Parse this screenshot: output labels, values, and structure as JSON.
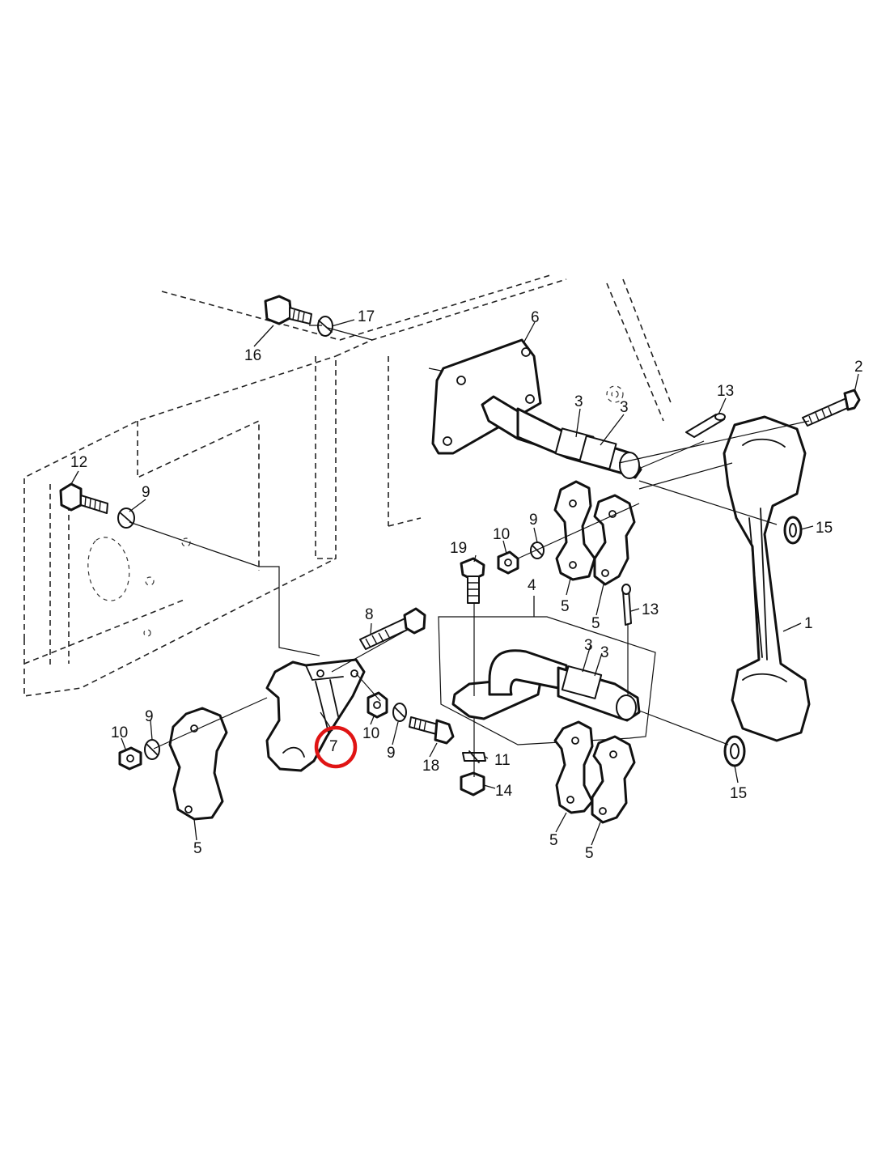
{
  "diagram": {
    "callouts": {
      "c1": "1",
      "c2": "2",
      "c3a": "3",
      "c3b": "3",
      "c3c": "3",
      "c3d": "3",
      "c4": "4",
      "c5a": "5",
      "c5b": "5",
      "c5c": "5",
      "c5d": "5",
      "c5e": "5",
      "c6": "6",
      "c7": "7",
      "c8": "8",
      "c9a": "9",
      "c9b": "9",
      "c9c": "9",
      "c9d": "9",
      "c10a": "10",
      "c10b": "10",
      "c10c": "10",
      "c11": "11",
      "c12": "12",
      "c13a": "13",
      "c13b": "13",
      "c14": "14",
      "c15a": "15",
      "c15b": "15",
      "c16": "16",
      "c17": "17",
      "c18": "18",
      "c19": "19"
    },
    "highlight_color": "#e01414"
  }
}
